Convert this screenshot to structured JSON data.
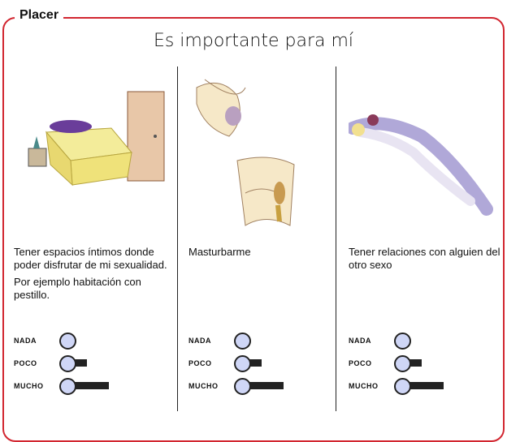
{
  "section": "Placer",
  "title": "Es importante para mí",
  "scale_labels": [
    "NADA",
    "POCO",
    "MUCHO"
  ],
  "scale_levels": [
    0.03,
    0.3,
    1.0
  ],
  "colors": {
    "frame": "#d22630",
    "radio": "#cfd6f6"
  },
  "items": [
    {
      "lines": [
        "Tener espacios íntimos donde poder disfrutar de mi sexualidad.",
        "Por ejemplo habitación con pestillo."
      ],
      "illustration": "bedroom-illustration"
    },
    {
      "lines": [
        "Masturbarme"
      ],
      "illustration": "masturbation-illustration"
    },
    {
      "lines": [
        "Tener relaciones con alguien del otro sexo"
      ],
      "illustration": "couple-illustration"
    }
  ]
}
